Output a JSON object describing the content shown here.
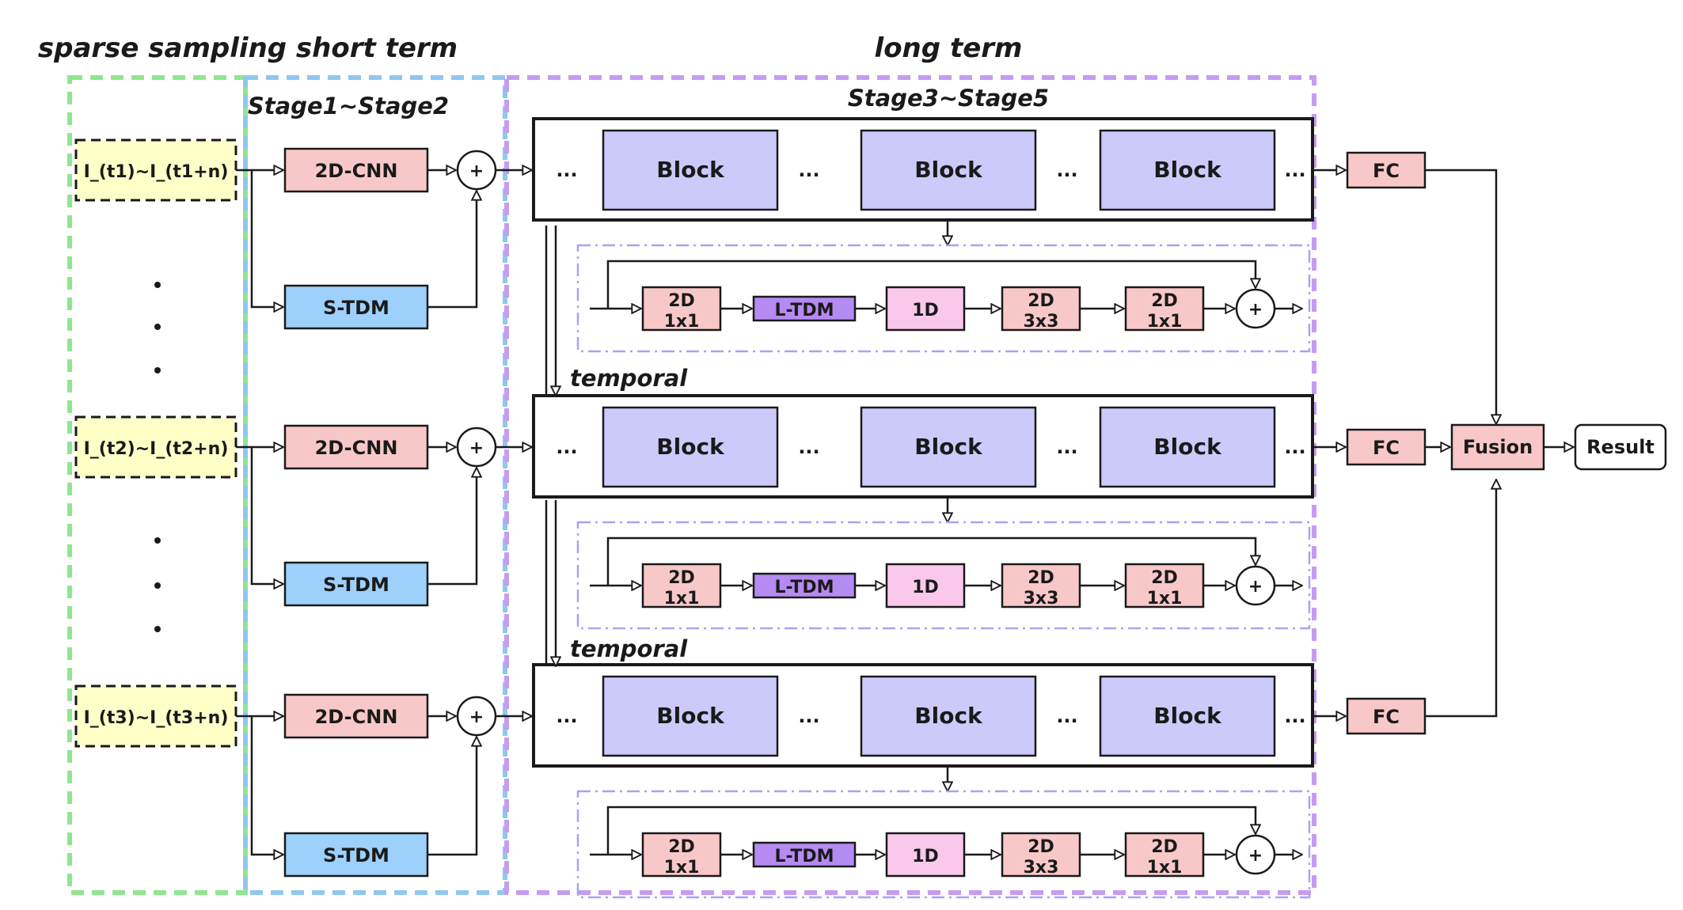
{
  "headers": {
    "sparse_sampling": "sparse sampling",
    "short_term": "short term",
    "long_term": "long term",
    "stage12": "Stage1~Stage2",
    "stage35": "Stage3~Stage5"
  },
  "inputs": [
    "I_(t1)~I_(t1+n)",
    "I_(t2)~I_(t2+n)",
    "I_(t3)~I_(t3+n)"
  ],
  "labels": {
    "cnn": "2D-CNN",
    "stdm": "S-TDM",
    "plus": "+",
    "block": "Block",
    "ellipsis": "...",
    "temporal": "temporal",
    "fc": "FC",
    "fusion": "Fusion",
    "result": "Result",
    "ltdm": "L-TDM",
    "one_d": "1D",
    "two_d": "2D",
    "k1": "1x1",
    "k3": "3x3"
  },
  "colors": {
    "sparse_border": "#8fe68f",
    "short_border": "#8fc8ee",
    "long_border": "#c59cf2",
    "detail_border": "#a9a3ef",
    "input_fill": "#ffffc8",
    "cnn_fill": "#f8c8c8",
    "stdm_fill": "#9dd0fa",
    "block_fill": "#cccafa",
    "ltdm_fill": "#b58af2",
    "one_d_fill": "#f9c8ea",
    "fc_fill": "#f8c8c8"
  }
}
